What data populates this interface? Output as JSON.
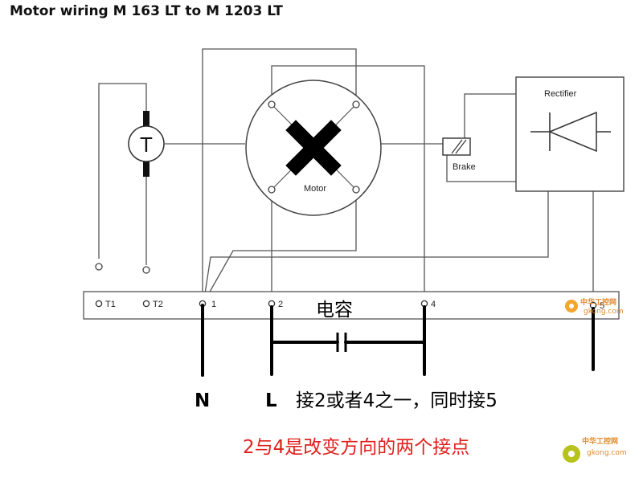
{
  "title": "Motor wiring M 163 LT to M 1203 LT",
  "components": {
    "tachometer": "T",
    "motor": "Motor",
    "brake": "Brake",
    "rectifier": "Rectifier"
  },
  "terminals": [
    "T1",
    "T2",
    "1",
    "2",
    "4",
    "5"
  ],
  "annotations": {
    "capacitor": "电容",
    "neutral": "N",
    "live": "L",
    "live_note": "接2或者4之一，同时接5",
    "direction_note": "2与4是改变方向的两个接点"
  },
  "watermark": {
    "name": "中华工控网",
    "url": "gkong.com"
  },
  "colors": {
    "line": "#555555",
    "heavy": "#000000",
    "note": "#e0201c",
    "watermark": "#e08a2e"
  }
}
